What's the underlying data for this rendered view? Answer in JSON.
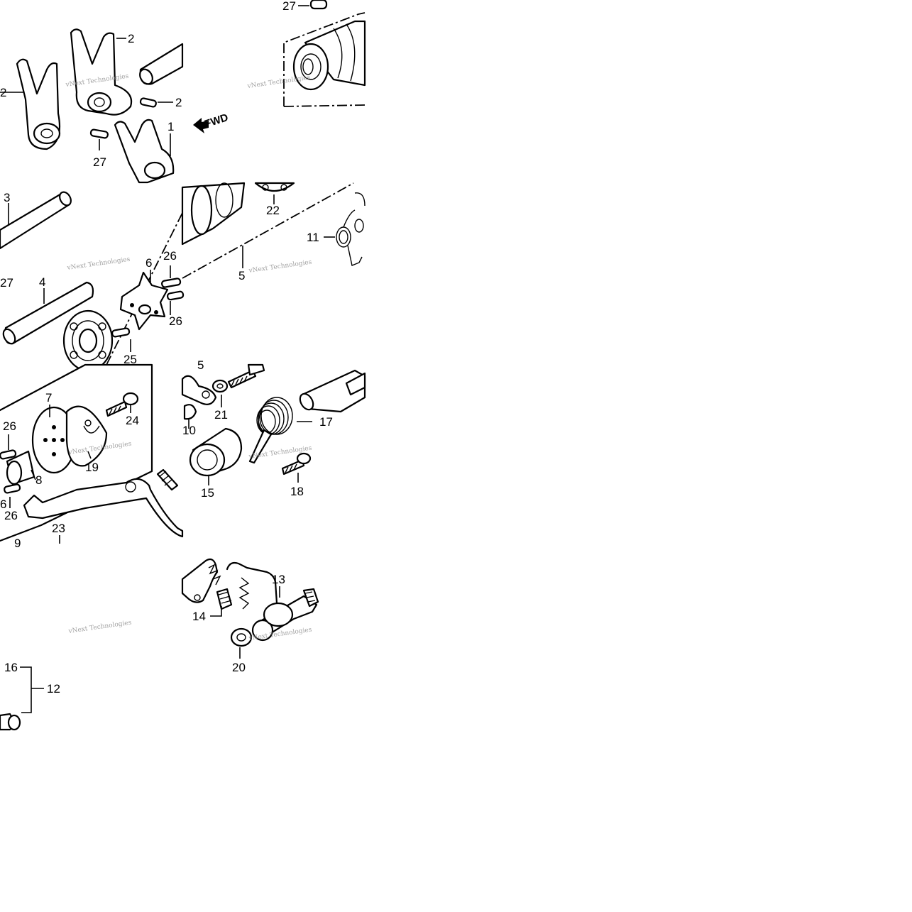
{
  "watermark": "vNext Technologies",
  "fwd_label": "FWD",
  "labels": {
    "t1_2a": "2",
    "t1_2b": "2",
    "t1_2c": "2",
    "t1_27": "27",
    "t1_1": "1",
    "t2_27": "27",
    "t3_3": "3",
    "t3_27": "27",
    "t3_4": "4",
    "t3_6": "6",
    "t3_26a": "26",
    "t3_26b": "26",
    "t3_25": "25",
    "t4_22": "22",
    "t4_11": "11",
    "t4_5": "5",
    "t5_7": "7",
    "t5_26a": "26",
    "t5_26b": "26",
    "t5_8": "8",
    "t5_19": "19",
    "t5_24": "24",
    "t5_23": "23",
    "t5_9": "9",
    "t5_6": "6",
    "t6_5": "5",
    "t6_10": "10",
    "t6_21": "21",
    "t6_17": "17",
    "t6_15": "15",
    "t6_18": "18",
    "t7_16": "16",
    "t7_12": "12",
    "t8_13": "13",
    "t8_14": "14",
    "t8_20": "20"
  },
  "colors": {
    "ink": "#000000",
    "paper": "#ffffff",
    "watermark": "#8a8a8a"
  }
}
